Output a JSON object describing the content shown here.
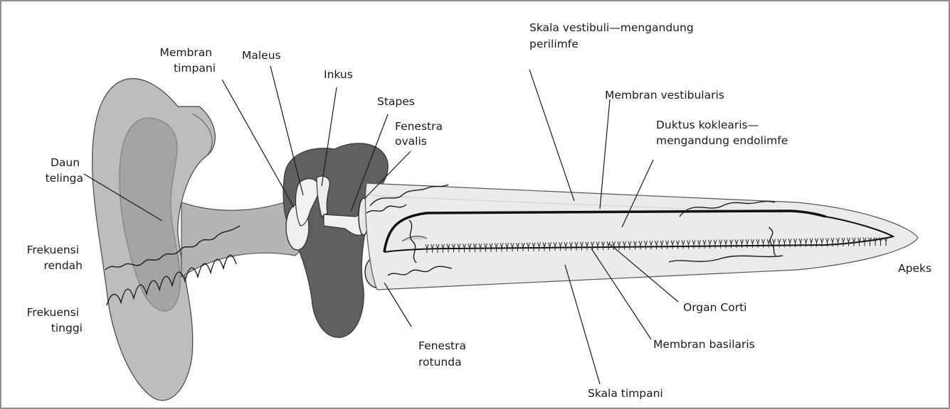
{
  "labels": {
    "membran_timpani": [
      "Membran",
      "timpani"
    ],
    "maleus": "Maleus",
    "inkus": "Inkus",
    "stapes": "Stapes",
    "fenestra_ovalis": [
      "Fenestra",
      "ovalis"
    ],
    "daun_telinga": [
      "Daun",
      "telinga"
    ],
    "frekuensi_rendah": [
      "Frekuensi",
      "rendah"
    ],
    "frekuensi_tinggi": [
      "Frekuensi",
      "tinggi"
    ],
    "skala_vestibuli": [
      "Skala vestibuli—mengandung",
      "perilimfe"
    ],
    "membran_vestibularis": "Membran vestibularis",
    "duktus_koklearis": [
      "Duktus koklearis—",
      "mengandung endolimfe"
    ],
    "apeks": "Apeks",
    "organ_corti": "Organ Corti",
    "membran_basilaris": "Membran basilaris",
    "fenestra_rotunda": [
      "Fenestra",
      "rotunda"
    ],
    "skala_timpani": "Skala timpani"
  },
  "colors": {
    "cochlea_fill": "#ececec",
    "bone_fill": "#5e5e5e",
    "ear_fill": "#b8b8b8",
    "membrane": "#111111"
  }
}
